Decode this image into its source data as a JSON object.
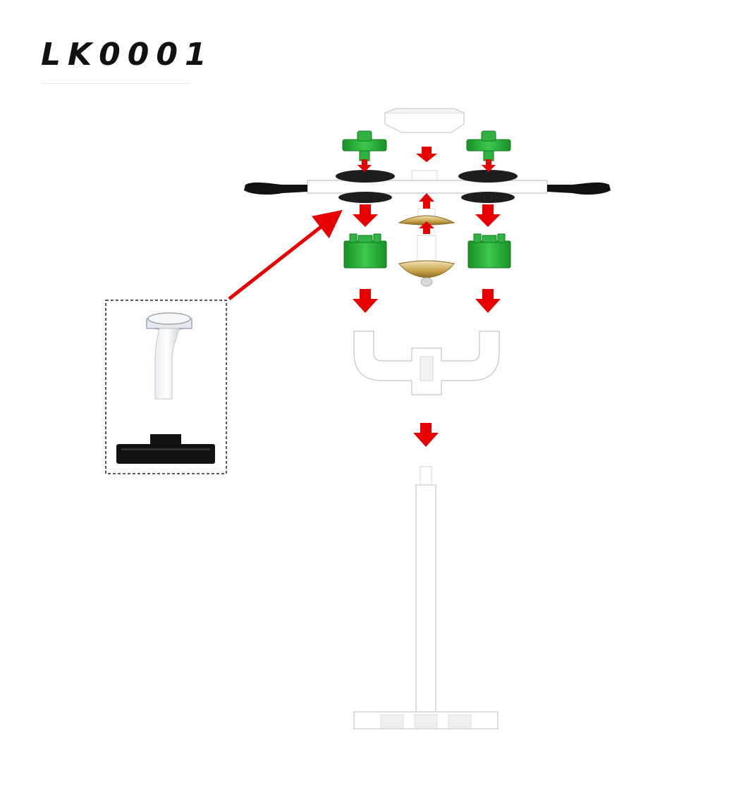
{
  "title": "LK0001",
  "colors": {
    "arrow": "#e60000",
    "plastic_white": "#ffffff",
    "plastic_edge": "#d4d4d4",
    "green_part": "#22a833",
    "green_dark": "#137a1f",
    "gold_part": "#c9a24a",
    "black_part": "#111111",
    "clear_part": "#cfd6dc"
  },
  "parts": [
    "top-cap",
    "green-connector-left",
    "green-connector-right",
    "crossbar-with-hands",
    "gold-disc-upper",
    "gold-disc-lower",
    "green-block-left",
    "green-block-right",
    "u-shaped-bracket",
    "vertical-pole",
    "base-plate",
    "inset-clear-bent-tube",
    "inset-black-base"
  ],
  "inset": {
    "style": "dashed-border",
    "callout": "red-arrow-to-crossbar-joint"
  }
}
